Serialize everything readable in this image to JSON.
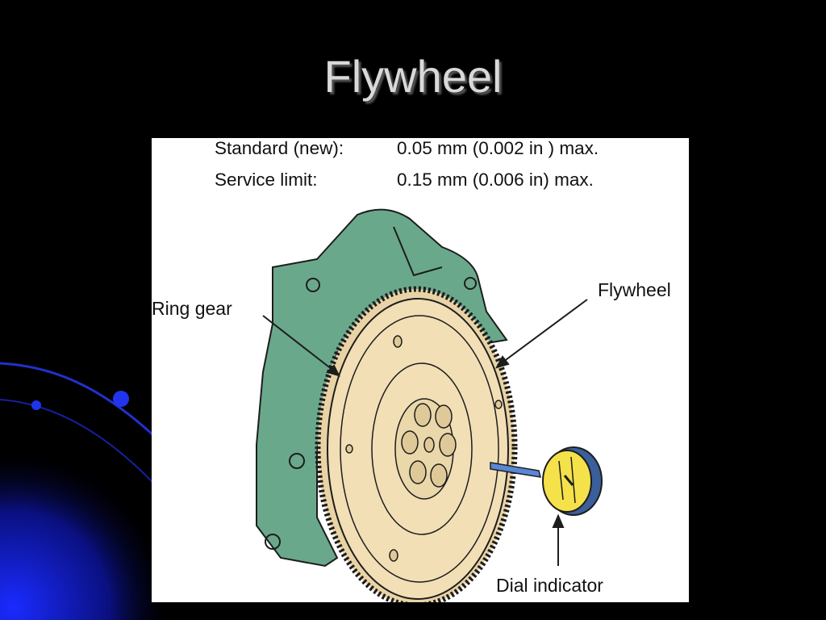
{
  "slide": {
    "title": "Flywheel"
  },
  "specs": [
    {
      "label": "Standard (new):",
      "value": "0.05 mm (0.002 in ) max."
    },
    {
      "label": "Service limit:",
      "value": "0.15 mm (0.006 in) max."
    }
  ],
  "callouts": {
    "ring_gear": "Ring gear",
    "flywheel": "Flywheel",
    "dial_indicator": "Dial indicator"
  },
  "colors": {
    "background": "#000000",
    "swoosh": "#0a14b0",
    "housing": "#6aa88c",
    "flywheel": "#f2dfb6",
    "dial_face": "#f5e14a",
    "dial_stem": "#5a86d6"
  }
}
